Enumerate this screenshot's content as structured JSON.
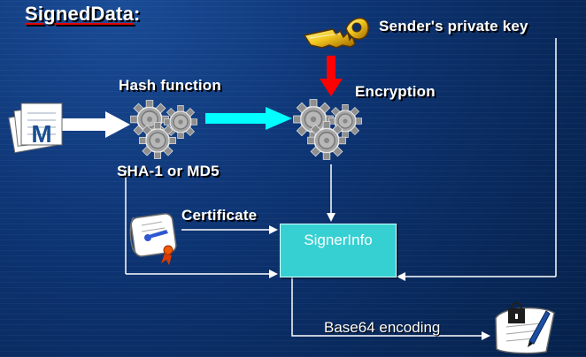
{
  "title": {
    "main": "SignedData",
    "suffix": ":"
  },
  "labels": {
    "sender_key": "Sender's private key",
    "hash_function": "Hash function",
    "encryption": "Encryption",
    "hash_algorithms": "SHA-1 or MD5",
    "certificate": "Certificate",
    "signer_info": "SignerInfo",
    "base64_encoding": "Base64 encoding"
  },
  "message_icon": {
    "letter": "M"
  },
  "icons": [
    "message-document-icon",
    "gear-icon",
    "key-icon",
    "certificate-icon",
    "signed-document-icon"
  ],
  "colors": {
    "background": "#0d3473",
    "signer_box": "#36d0d3",
    "hash_to_encryption_arrow": "#00ffff",
    "key_to_encryption_arrow": "#ff0000",
    "connector_lines": "#ffffff"
  }
}
